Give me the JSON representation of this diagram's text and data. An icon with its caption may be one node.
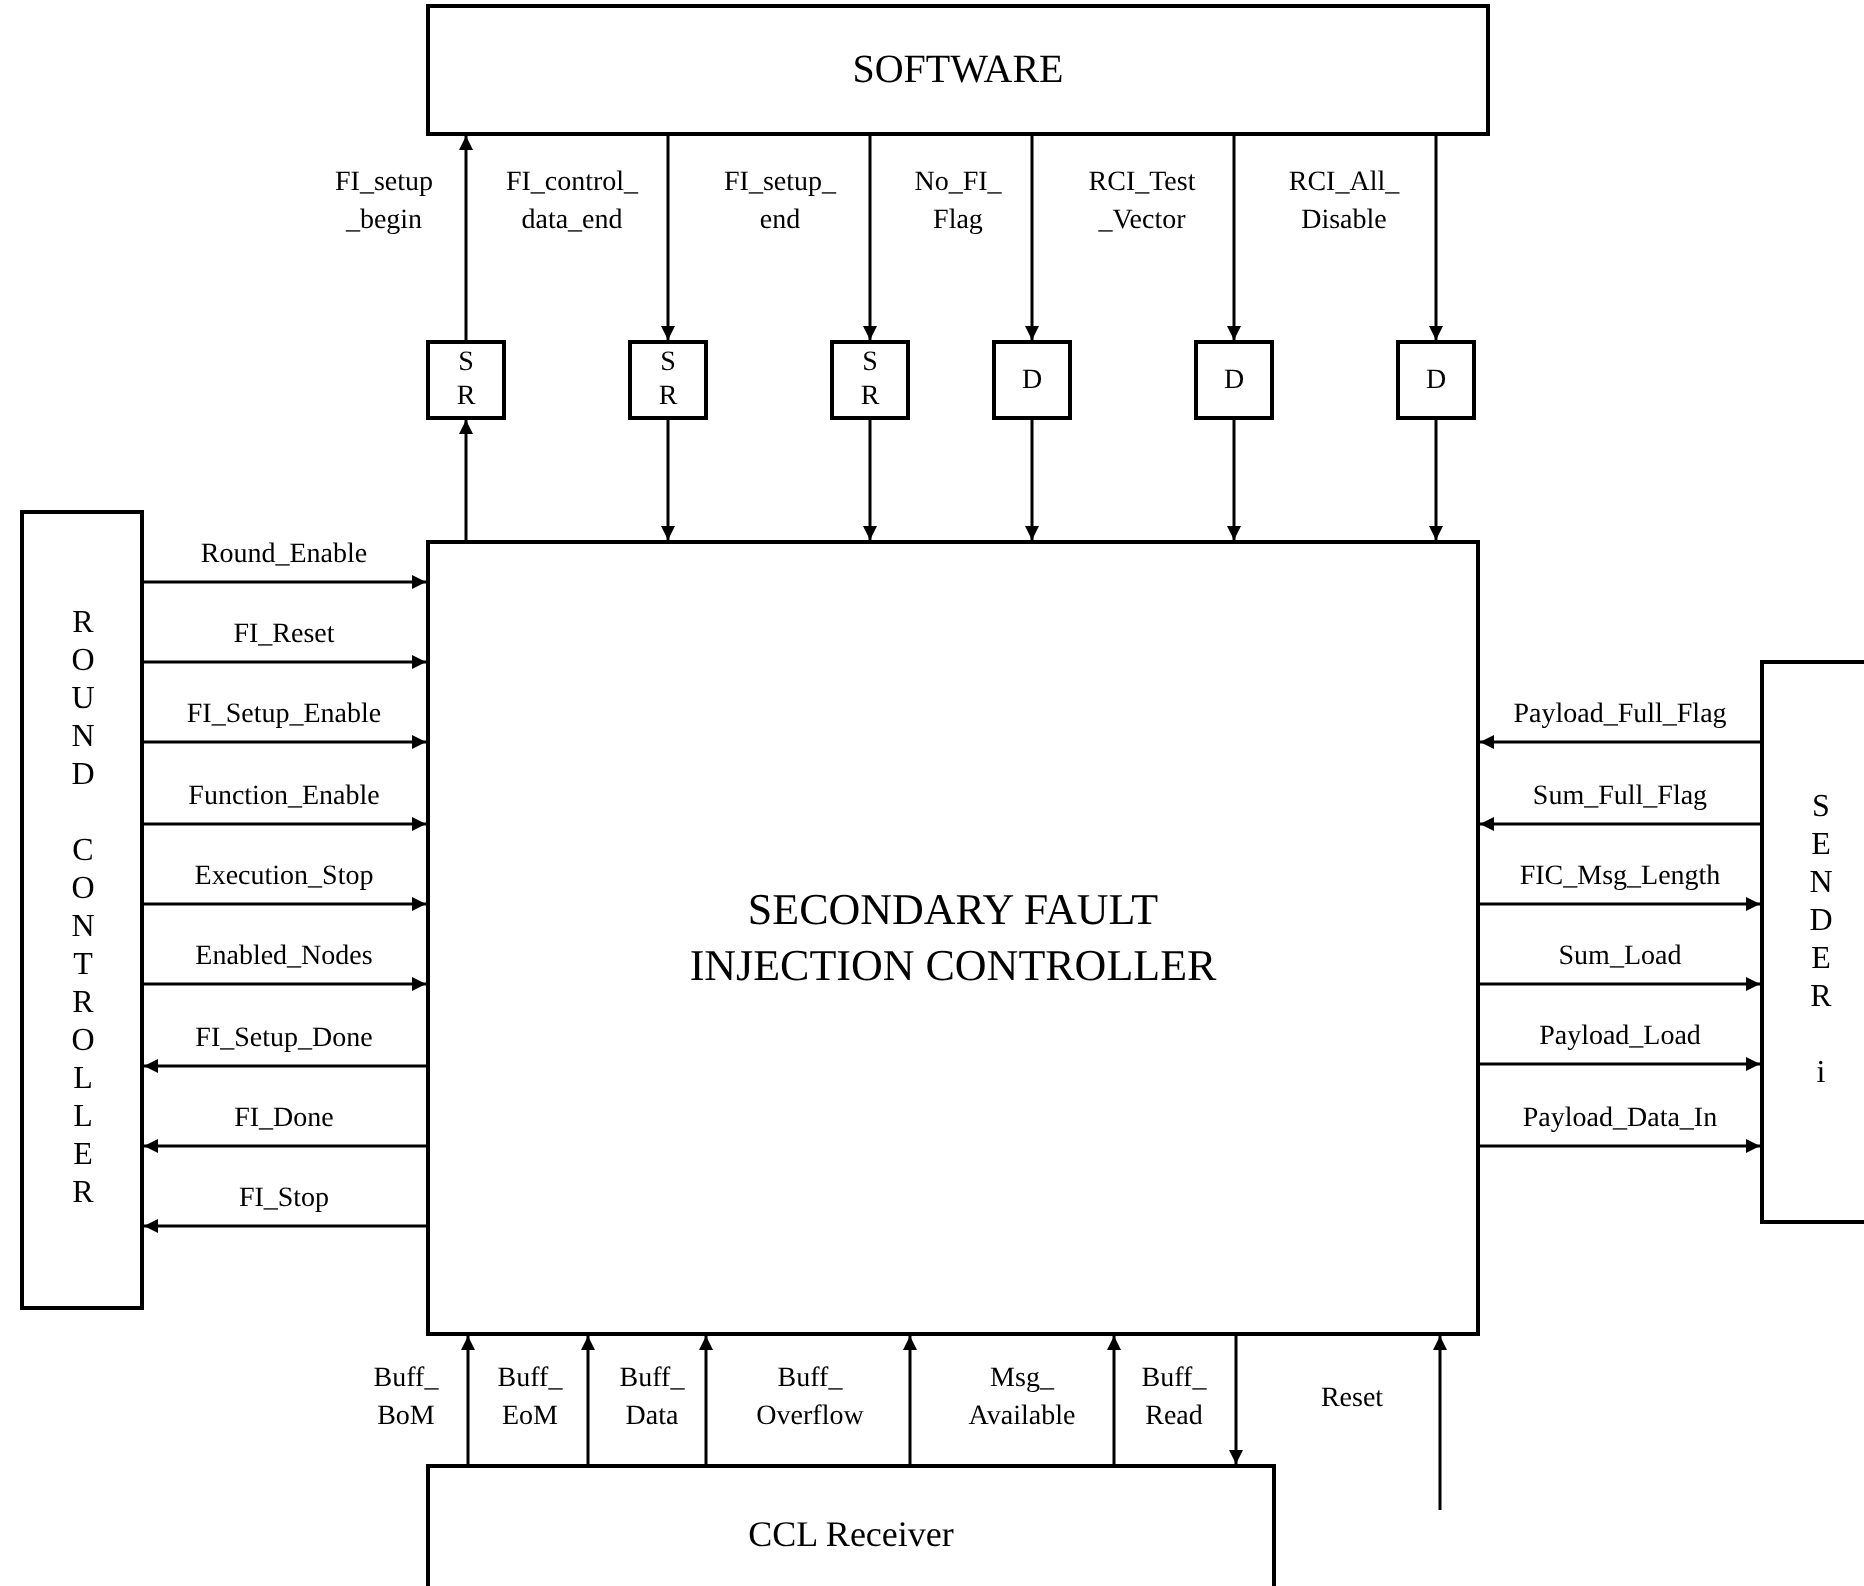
{
  "diagram": {
    "nodes": [
      {
        "text": [
          "SOFTWARE"
        ]
      },
      {
        "text": [
          "S R"
        ]
      },
      {
        "text": [
          "S R"
        ]
      },
      {
        "text": [
          "S R"
        ]
      },
      {
        "text": [
          "D"
        ]
      },
      {
        "text": [
          "D"
        ]
      },
      {
        "text": [
          "D"
        ]
      },
      {
        "text": [
          "ROUND CONTROLLER"
        ]
      },
      {
        "text": [
          "SECONDARY FAULT INJECTION CONTROLLER"
        ]
      },
      {
        "text": [
          "SENDER i"
        ]
      },
      {
        "text": [
          "CCL Receiver"
        ]
      }
    ],
    "edges": [
      {
        "from": 1,
        "to": 0,
        "arrow": "to",
        "label": "FI_setup _begin"
      },
      {
        "from": 8,
        "to": 1,
        "arrow": "to"
      },
      {
        "from": 0,
        "to": 2,
        "arrow": "to",
        "label": "FI_control_ data_end"
      },
      {
        "from": 2,
        "to": 8,
        "arrow": "to"
      },
      {
        "from": 0,
        "to": 3,
        "arrow": "to",
        "label": "FI_setup_ end"
      },
      {
        "from": 3,
        "to": 8,
        "arrow": "to"
      },
      {
        "from": 0,
        "to": 4,
        "arrow": "to",
        "label": "No_FI_ Flag"
      },
      {
        "from": 4,
        "to": 8,
        "arrow": "to"
      },
      {
        "from": 0,
        "to": 5,
        "arrow": "to",
        "label": "RCI_Test _Vector"
      },
      {
        "from": 5,
        "to": 8,
        "arrow": "to"
      },
      {
        "from": 0,
        "to": 6,
        "arrow": "to",
        "label": "RCI_All_ Disable"
      },
      {
        "from": 6,
        "to": 8,
        "arrow": "to"
      },
      {
        "from": 7,
        "to": 8,
        "arrow": "to",
        "label": "Round_Enable"
      },
      {
        "from": 7,
        "to": 8,
        "arrow": "to",
        "label": "FI_Reset"
      },
      {
        "from": 7,
        "to": 8,
        "arrow": "to",
        "label": "FI_Setup_Enable"
      },
      {
        "from": 7,
        "to": 8,
        "arrow": "to",
        "label": "Function_Enable"
      },
      {
        "from": 7,
        "to": 8,
        "arrow": "to",
        "label": "Execution_Stop"
      },
      {
        "from": 7,
        "to": 8,
        "arrow": "to",
        "label": "Enabled_Nodes"
      },
      {
        "from": 8,
        "to": 7,
        "arrow": "to",
        "label": "FI_Setup_Done"
      },
      {
        "from": 8,
        "to": 7,
        "arrow": "to",
        "label": "FI_Done"
      },
      {
        "from": 8,
        "to": 7,
        "arrow": "to",
        "label": "FI_Stop"
      },
      {
        "from": 9,
        "to": 8,
        "arrow": "to",
        "label": "Payload_Full_Flag"
      },
      {
        "from": 9,
        "to": 8,
        "arrow": "to",
        "label": "Sum_Full_Flag"
      },
      {
        "from": 8,
        "to": 9,
        "arrow": "to",
        "label": "FIC_Msg_Length"
      },
      {
        "from": 8,
        "to": 9,
        "arrow": "to",
        "label": "Sum_Load"
      },
      {
        "from": 8,
        "to": 9,
        "arrow": "to",
        "label": "Payload_Load"
      },
      {
        "from": 8,
        "to": 9,
        "arrow": "to",
        "label": "Payload_Data_In"
      },
      {
        "from": 10,
        "to": 8,
        "arrow": "to",
        "label": "Buff_ BoM"
      },
      {
        "from": 10,
        "to": 8,
        "arrow": "to",
        "label": "Buff_ EoM"
      },
      {
        "from": 10,
        "to": 8,
        "arrow": "to",
        "label": "Buff_ Data"
      },
      {
        "from": 10,
        "to": 8,
        "arrow": "to",
        "label": "Buff_ Overflow"
      },
      {
        "from": 10,
        "to": 8,
        "arrow": "to",
        "label": "Msg_ Available"
      },
      {
        "from": 8,
        "to": 10,
        "arrow": "to",
        "label": "Buff_ Read"
      },
      {
        "from": null,
        "to": 8,
        "arrow": "to",
        "label": "Reset"
      }
    ]
  }
}
